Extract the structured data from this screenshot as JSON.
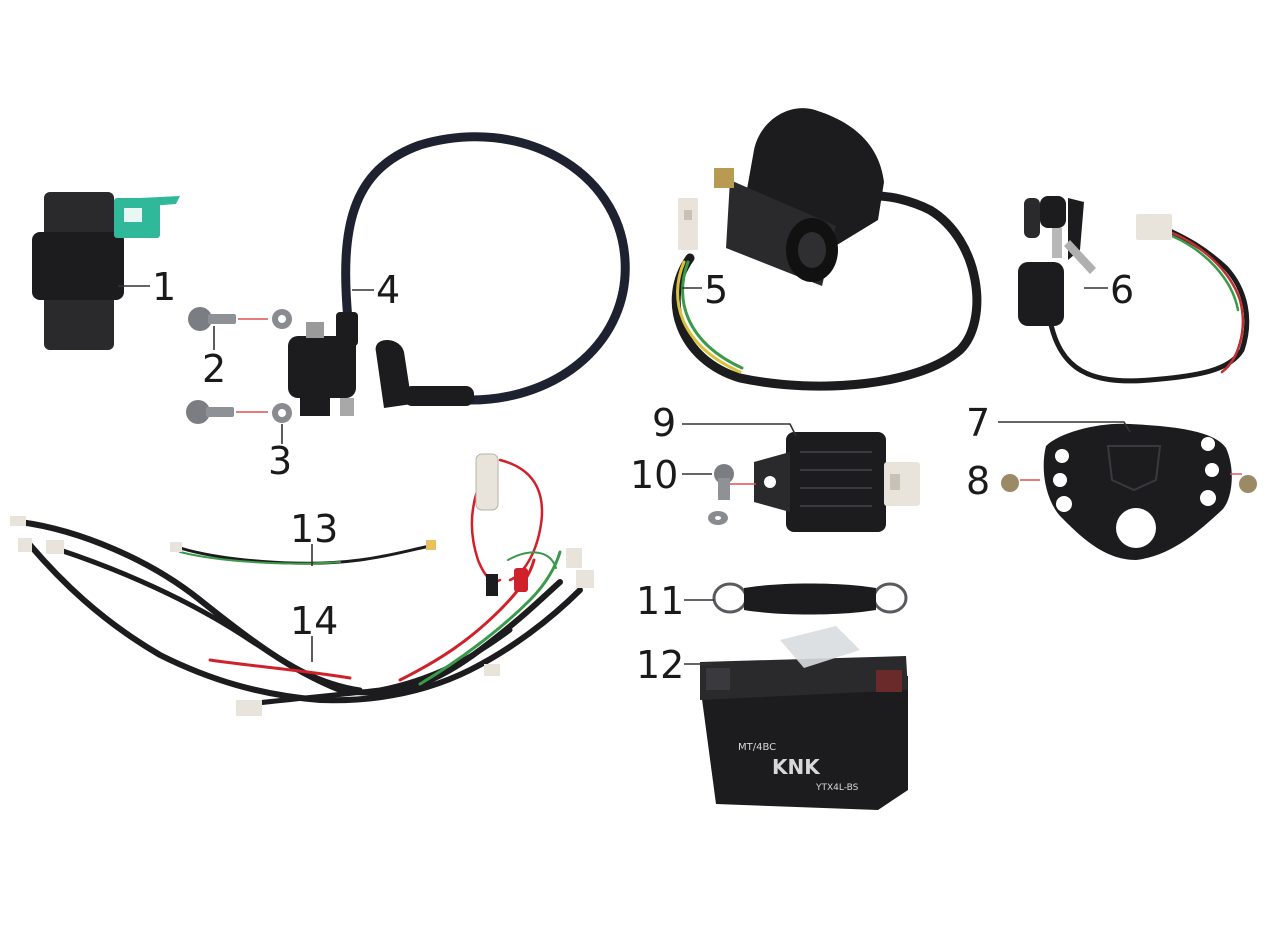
{
  "colors": {
    "part_black": "#1c1c1e",
    "part_dark": "#2a2a2d",
    "clip_green": "#2fb89a",
    "leader_red": "#e05050",
    "wire_red": "#d0202a",
    "wire_green": "#3a9a4a",
    "wire_yellow": "#d8c23a",
    "connector_white": "#e8e4dc"
  },
  "callouts": {
    "c1": "1",
    "c2": "2",
    "c3": "3",
    "c4": "4",
    "c5": "5",
    "c6": "6",
    "c7": "7",
    "c8": "8",
    "c9": "9",
    "c10": "10",
    "c11": "11",
    "c12": "12",
    "c13": "13",
    "c14": "14"
  },
  "battery": {
    "brand": "KNK",
    "small_text": "MT/4BC",
    "model_text": "YTX4L-BS"
  }
}
